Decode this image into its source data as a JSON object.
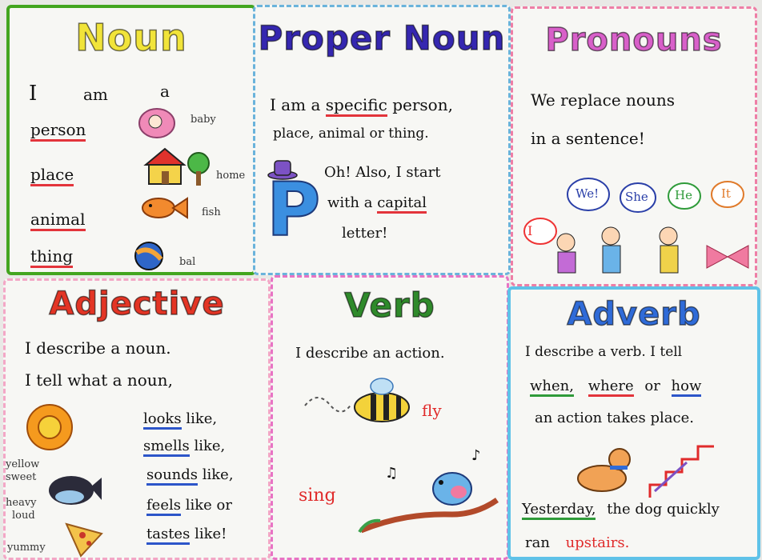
{
  "noun": {
    "title": "Noun",
    "intro": [
      "I",
      "am",
      "a"
    ],
    "words": [
      "person",
      "place",
      "animal",
      "thing"
    ],
    "examples": [
      "baby",
      "home",
      "fish",
      "bal"
    ]
  },
  "proper_noun": {
    "title": "Proper Noun",
    "line1_a": "I am a",
    "line1_b": "specific",
    "line1_c": "person,",
    "line2": "place, animal or thing.",
    "line3": "Oh! Also, I start",
    "line4_a": "with a",
    "line4_b": "capital",
    "line5": "letter!",
    "big_letter": "P"
  },
  "pronouns": {
    "title": "Pronouns",
    "line1": "We replace nouns",
    "line2": "in a sentence!",
    "bubbles": [
      "I",
      "We!",
      "She",
      "He",
      "It"
    ]
  },
  "adjective": {
    "title": "Adjective",
    "line1": "I describe a noun.",
    "line2": "I tell what a noun,",
    "senses": [
      "looks",
      "smells",
      "sounds",
      "feels",
      "tastes"
    ],
    "sense_suffix": [
      "like,",
      "like,",
      "like,",
      "like or",
      "like!"
    ],
    "side_labels": [
      "yellow",
      "sweet",
      "heavy",
      "loud",
      "yummy"
    ]
  },
  "verb": {
    "title": "Verb",
    "line1": "I describe an action.",
    "fly": "fly",
    "sing": "sing"
  },
  "adverb": {
    "title": "Adverb",
    "line1": "I describe a verb. I tell",
    "when": "when,",
    "where": "where",
    "or": "or",
    "how": "how",
    "line3": "an action takes place.",
    "line4_a": "Yesterday,",
    "line4_b": "the dog quickly",
    "line5_a": "ran",
    "line5_b": "upstairs."
  },
  "colors": {
    "noun_border": "#43a51f",
    "proper_title": "#3527b0",
    "pronoun_title": "#d860c9",
    "adjective_title": "#e33525",
    "verb_title": "#2f8a2b",
    "adverb_title": "#2f6bd8"
  }
}
